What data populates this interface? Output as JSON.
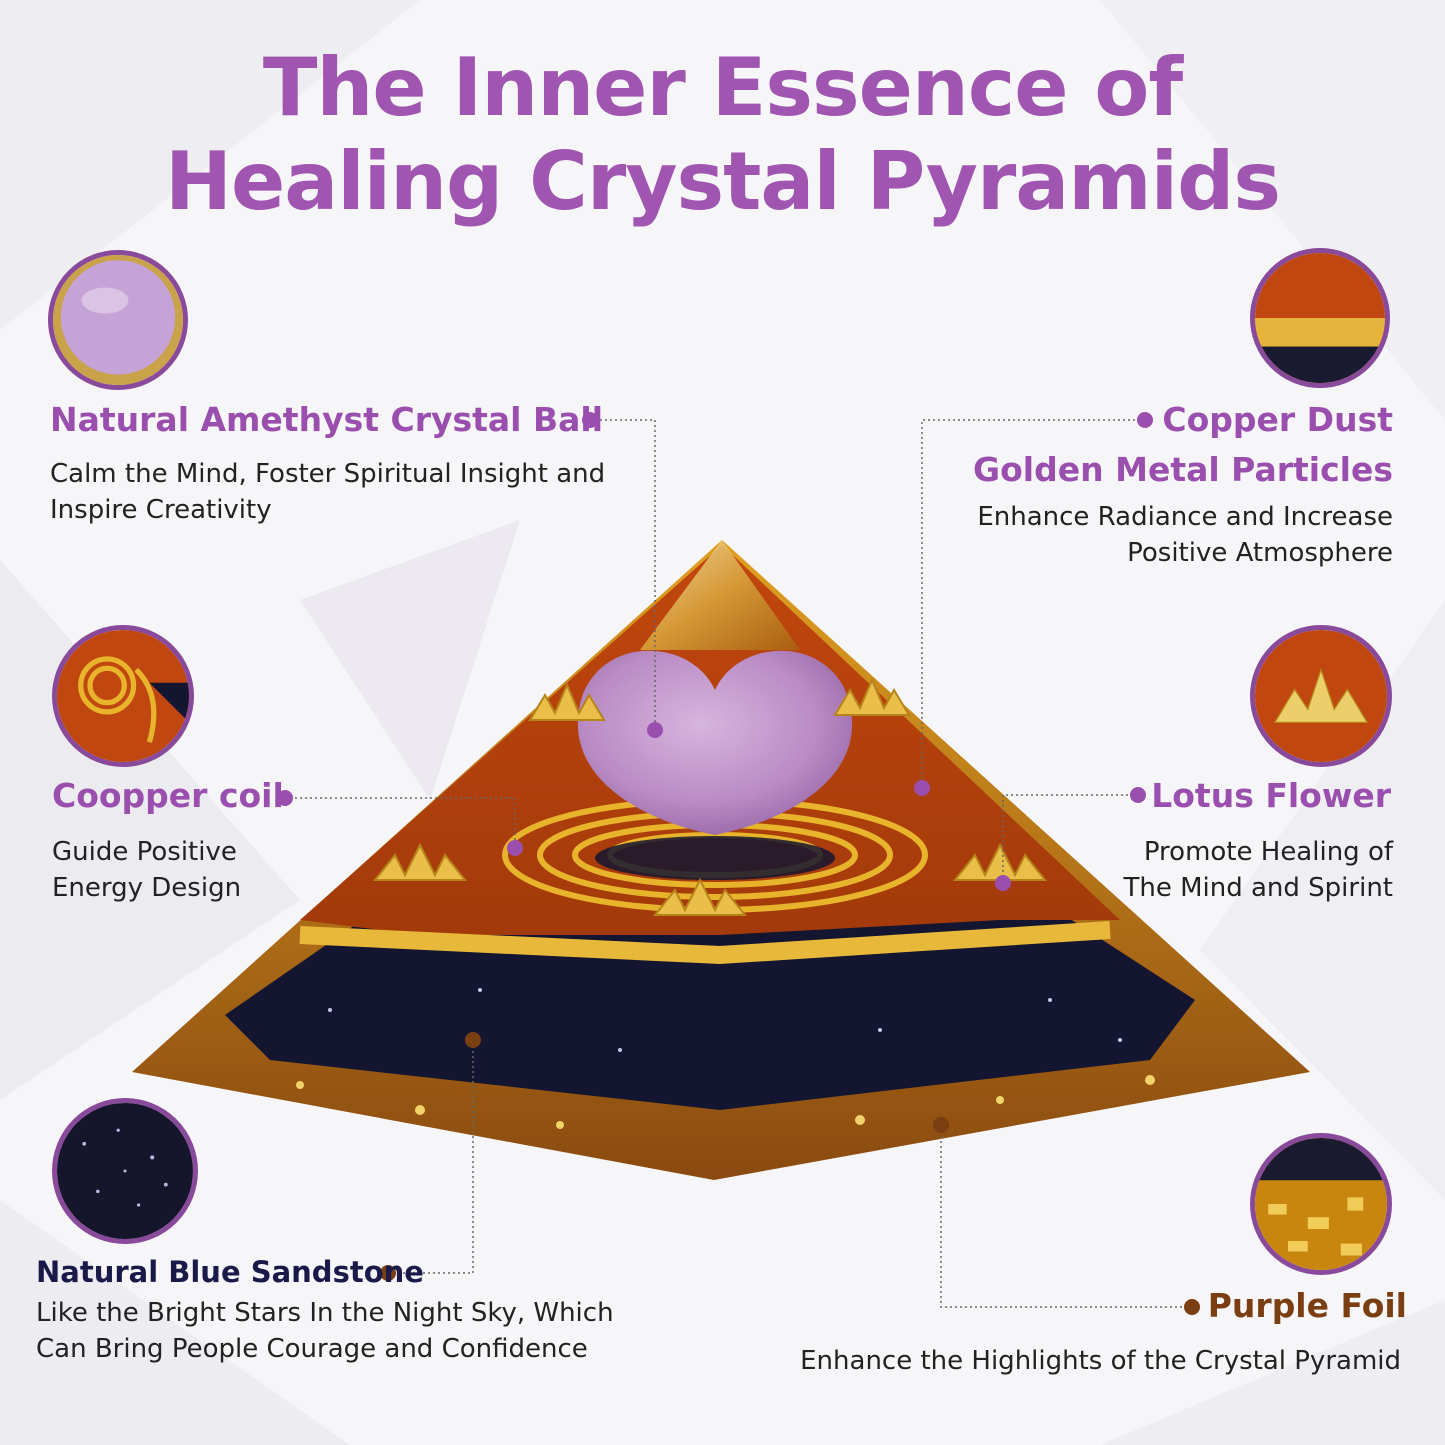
{
  "title": {
    "line1": "The Inner Essence of",
    "line2": "Healing Crystal Pyramids"
  },
  "colors": {
    "title": "#a055b0",
    "label_purple": "#9a4fae",
    "label_navy": "#1a1a4a",
    "label_brown": "#7a3e12",
    "dot_purple": "#9a4fae",
    "dot_brown": "#7a3e12"
  },
  "features": {
    "amethyst": {
      "label": "Natural Amethyst  Crystal Ball",
      "desc_line1": "Calm the Mind, Foster Spiritual Insight and",
      "desc_line2": "Inspire Creativity"
    },
    "copper_dust": {
      "label_line1": "Copper Dust",
      "label_line2": "Golden Metal Particles",
      "desc_line1": "Enhance Radiance and Increase",
      "desc_line2": "Positive Atmosphere"
    },
    "copper_coil": {
      "label": "Coopper coil",
      "desc_line1": "Guide Positive",
      "desc_line2": "Energy Design"
    },
    "lotus": {
      "label": "Lotus Flower",
      "desc_line1": "Promote Healing of",
      "desc_line2": "The Mind and Spirint"
    },
    "sandstone": {
      "label": "Natural Blue Sandstone",
      "desc_line1": "Like the Bright Stars In the Night Sky, Which",
      "desc_line2": "Can Bring People Courage and Confidence"
    },
    "purple_foil": {
      "label": "Purple Foil",
      "desc_line1": "Enhance the Highlights of the Crystal Pyramid"
    }
  }
}
